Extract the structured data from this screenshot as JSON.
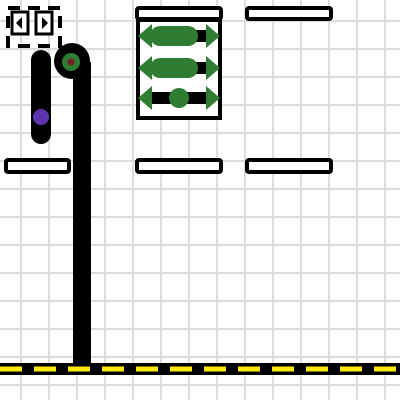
{
  "scene": {
    "background_color": "#ffffff",
    "grid_color": "#dcdcdc",
    "ink_color": "#000000",
    "accent_green": "#2e7d32",
    "slider_knob_color": "#5e35b1",
    "floor_stripe_color": "#ffeb00"
  },
  "icons": {
    "selector": "nav-arrows-icon",
    "pivot": "pivot-joint-icon",
    "mover": "four-way-move-icon"
  },
  "controls": {
    "slider_level": 0.8
  },
  "platforms": [
    {
      "id": "top-center"
    },
    {
      "id": "top-right"
    },
    {
      "id": "mid-left"
    },
    {
      "id": "mid-center"
    },
    {
      "id": "mid-right"
    }
  ]
}
